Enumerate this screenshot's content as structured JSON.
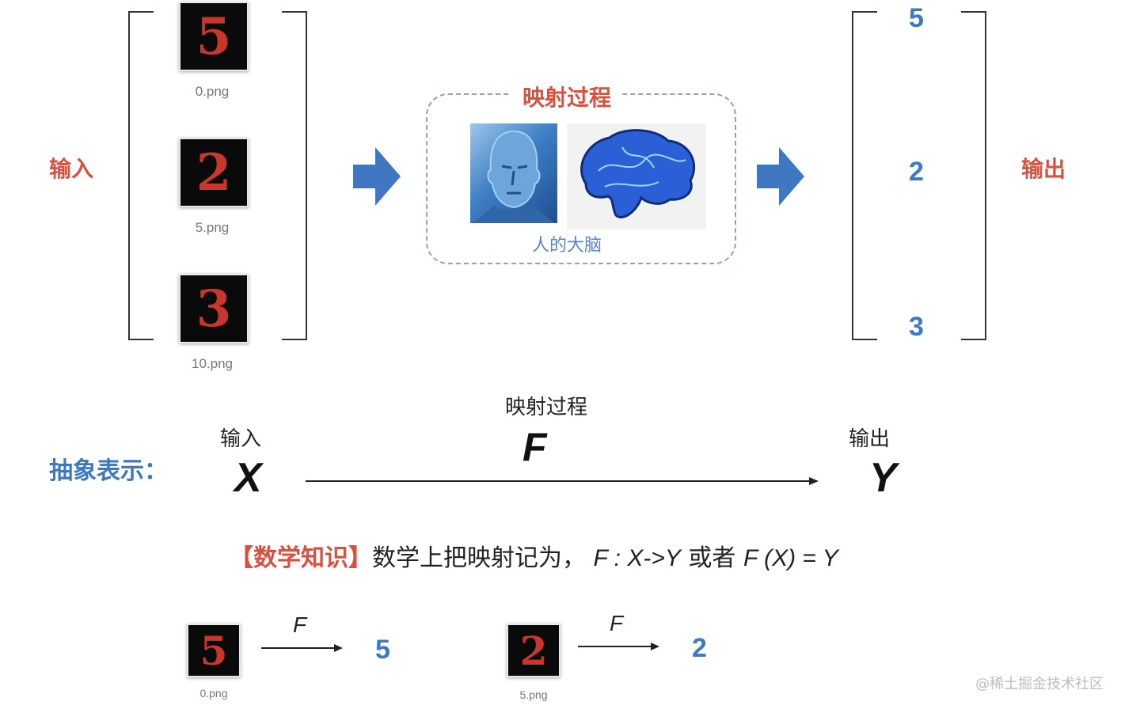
{
  "input_label": "输入",
  "output_label": "输出",
  "process": {
    "title": "映射过程",
    "caption": "人的大脑"
  },
  "inputs": [
    {
      "digit": "5",
      "file": "0.png"
    },
    {
      "digit": "2",
      "file": "5.png"
    },
    {
      "digit": "3",
      "file": "10.png"
    }
  ],
  "outputs": [
    "5",
    "2",
    "3"
  ],
  "abstract": {
    "label": "抽象表示：",
    "input_caption": "输入",
    "input_var": "X",
    "process_caption": "映射过程",
    "process_var": "F",
    "output_caption": "输出",
    "output_var": "Y"
  },
  "math_note": {
    "prefix": "【数学知识】",
    "text": "数学上把映射记为，",
    "formula1": "F : X->Y",
    "or": "或者",
    "formula2": "F (X) = Y"
  },
  "examples": [
    {
      "digit": "5",
      "file": "0.png",
      "arrow_label": "F",
      "result": "5"
    },
    {
      "digit": "2",
      "file": "5.png",
      "arrow_label": "F",
      "result": "2"
    }
  ],
  "watermark": "@稀土掘金技术社区",
  "colors": {
    "red_accent": "#d9503f",
    "blue_accent": "#3d78c2",
    "arrow_blue": "#3f78c0",
    "dashed_border": "#8fa3b8"
  }
}
